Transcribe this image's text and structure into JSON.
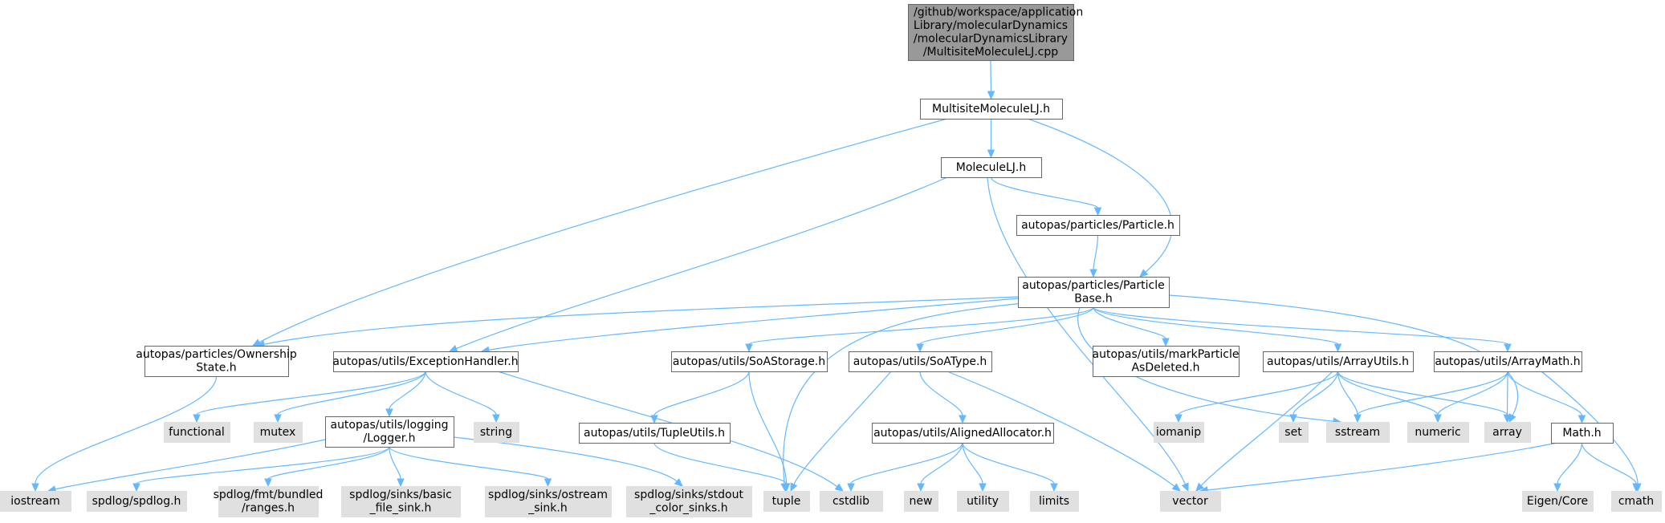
{
  "colors": {
    "edge": "#63b8ff",
    "root_fill": "#999999",
    "local_fill": "#ffffff",
    "system_fill": "#e0e0e0",
    "border": "#666666"
  },
  "nodes": [
    {
      "id": "root",
      "kind": "root",
      "lines": [
        "/github/workspace/application",
        "Library/molecularDynamics",
        "/molecularDynamicsLibrary",
        "/MultisiteMoleculeLJ.cpp"
      ]
    },
    {
      "id": "mmlj",
      "kind": "local",
      "lines": [
        "MultisiteMoleculeLJ.h"
      ]
    },
    {
      "id": "mlj",
      "kind": "local",
      "lines": [
        "MoleculeLJ.h"
      ]
    },
    {
      "id": "particle",
      "kind": "local",
      "lines": [
        "autopas/particles/Particle.h"
      ]
    },
    {
      "id": "pbase",
      "kind": "local",
      "lines": [
        "autopas/particles/Particle",
        "Base.h"
      ]
    },
    {
      "id": "ownership",
      "kind": "local",
      "lines": [
        "autopas/particles/Ownership",
        "State.h"
      ]
    },
    {
      "id": "exc",
      "kind": "local",
      "lines": [
        "autopas/utils/ExceptionHandler.h"
      ]
    },
    {
      "id": "soastorage",
      "kind": "local",
      "lines": [
        "autopas/utils/SoAStorage.h"
      ]
    },
    {
      "id": "soatype",
      "kind": "local",
      "lines": [
        "autopas/utils/SoAType.h"
      ]
    },
    {
      "id": "markdel",
      "kind": "local",
      "lines": [
        "autopas/utils/markParticle",
        "AsDeleted.h"
      ]
    },
    {
      "id": "arrayutils",
      "kind": "local",
      "lines": [
        "autopas/utils/ArrayUtils.h"
      ]
    },
    {
      "id": "arraymath",
      "kind": "local",
      "lines": [
        "autopas/utils/ArrayMath.h"
      ]
    },
    {
      "id": "logger",
      "kind": "local",
      "lines": [
        "autopas/utils/logging",
        "/Logger.h"
      ]
    },
    {
      "id": "tupleutils",
      "kind": "local",
      "lines": [
        "autopas/utils/TupleUtils.h"
      ]
    },
    {
      "id": "aligned",
      "kind": "local",
      "lines": [
        "autopas/utils/AlignedAllocator.h"
      ]
    },
    {
      "id": "mathh",
      "kind": "local",
      "lines": [
        "Math.h"
      ]
    },
    {
      "id": "functional",
      "kind": "system",
      "lines": [
        "functional"
      ]
    },
    {
      "id": "mutex",
      "kind": "system",
      "lines": [
        "mutex"
      ]
    },
    {
      "id": "string",
      "kind": "system",
      "lines": [
        "string"
      ]
    },
    {
      "id": "iomanip",
      "kind": "system",
      "lines": [
        "iomanip"
      ]
    },
    {
      "id": "set",
      "kind": "system",
      "lines": [
        "set"
      ]
    },
    {
      "id": "sstream",
      "kind": "system",
      "lines": [
        "sstream"
      ]
    },
    {
      "id": "numeric",
      "kind": "system",
      "lines": [
        "numeric"
      ]
    },
    {
      "id": "array",
      "kind": "system",
      "lines": [
        "array"
      ]
    },
    {
      "id": "iostream",
      "kind": "system",
      "lines": [
        "iostream"
      ]
    },
    {
      "id": "spdlog",
      "kind": "system",
      "lines": [
        "spdlog/spdlog.h"
      ]
    },
    {
      "id": "ranges",
      "kind": "system",
      "lines": [
        "spdlog/fmt/bundled",
        "/ranges.h"
      ]
    },
    {
      "id": "basicfile",
      "kind": "system",
      "lines": [
        "spdlog/sinks/basic",
        "_file_sink.h"
      ]
    },
    {
      "id": "ostream",
      "kind": "system",
      "lines": [
        "spdlog/sinks/ostream",
        "_sink.h"
      ]
    },
    {
      "id": "stdout",
      "kind": "system",
      "lines": [
        "spdlog/sinks/stdout",
        "_color_sinks.h"
      ]
    },
    {
      "id": "tuple",
      "kind": "system",
      "lines": [
        "tuple"
      ]
    },
    {
      "id": "cstdlib",
      "kind": "system",
      "lines": [
        "cstdlib"
      ]
    },
    {
      "id": "new",
      "kind": "system",
      "lines": [
        "new"
      ]
    },
    {
      "id": "utility",
      "kind": "system",
      "lines": [
        "utility"
      ]
    },
    {
      "id": "limits",
      "kind": "system",
      "lines": [
        "limits"
      ]
    },
    {
      "id": "vector",
      "kind": "system",
      "lines": [
        "vector"
      ]
    },
    {
      "id": "eigen",
      "kind": "system",
      "lines": [
        "Eigen/Core"
      ]
    },
    {
      "id": "cmath",
      "kind": "system",
      "lines": [
        "cmath"
      ]
    }
  ],
  "edges": [
    [
      "root",
      "mmlj"
    ],
    [
      "mmlj",
      "mlj"
    ],
    [
      "mmlj",
      "ownership"
    ],
    [
      "mmlj",
      "pbase"
    ],
    [
      "mlj",
      "particle"
    ],
    [
      "mlj",
      "exc"
    ],
    [
      "mlj",
      "vector"
    ],
    [
      "particle",
      "pbase"
    ],
    [
      "pbase",
      "ownership"
    ],
    [
      "pbase",
      "exc"
    ],
    [
      "pbase",
      "soastorage"
    ],
    [
      "pbase",
      "soatype"
    ],
    [
      "pbase",
      "markdel"
    ],
    [
      "pbase",
      "arrayutils"
    ],
    [
      "pbase",
      "arraymath"
    ],
    [
      "pbase",
      "tuple"
    ],
    [
      "pbase",
      "sstream"
    ],
    [
      "pbase",
      "array"
    ],
    [
      "ownership",
      "iostream"
    ],
    [
      "exc",
      "functional"
    ],
    [
      "exc",
      "mutex"
    ],
    [
      "exc",
      "logger"
    ],
    [
      "exc",
      "string"
    ],
    [
      "exc",
      "cstdlib"
    ],
    [
      "logger",
      "iostream"
    ],
    [
      "logger",
      "spdlog"
    ],
    [
      "logger",
      "ranges"
    ],
    [
      "logger",
      "basicfile"
    ],
    [
      "logger",
      "ostream"
    ],
    [
      "logger",
      "stdout"
    ],
    [
      "soastorage",
      "tupleutils"
    ],
    [
      "soastorage",
      "tuple"
    ],
    [
      "tupleutils",
      "tuple"
    ],
    [
      "soatype",
      "tuple"
    ],
    [
      "soatype",
      "aligned"
    ],
    [
      "soatype",
      "vector"
    ],
    [
      "aligned",
      "cstdlib"
    ],
    [
      "aligned",
      "new"
    ],
    [
      "aligned",
      "utility"
    ],
    [
      "aligned",
      "limits"
    ],
    [
      "arrayutils",
      "iomanip"
    ],
    [
      "arrayutils",
      "set"
    ],
    [
      "arrayutils",
      "sstream"
    ],
    [
      "arrayutils",
      "numeric"
    ],
    [
      "arrayutils",
      "array"
    ],
    [
      "arrayutils",
      "vector"
    ],
    [
      "arraymath",
      "sstream"
    ],
    [
      "arraymath",
      "numeric"
    ],
    [
      "arraymath",
      "array"
    ],
    [
      "arraymath",
      "mathh"
    ],
    [
      "arraymath",
      "cmath"
    ],
    [
      "mathh",
      "vector"
    ],
    [
      "mathh",
      "eigen"
    ],
    [
      "mathh",
      "cmath"
    ]
  ]
}
